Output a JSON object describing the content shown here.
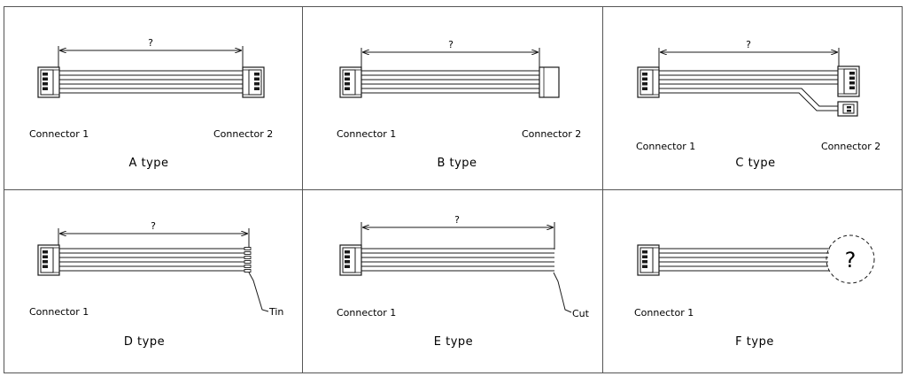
{
  "panels": [
    {
      "id": "a",
      "caption": "A type",
      "label1": "Connector 1",
      "label2": "Connector 2",
      "dimension": "?"
    },
    {
      "id": "b",
      "caption": "B type",
      "label1": "Connector 1",
      "label2": "Connector 2",
      "dimension": "?"
    },
    {
      "id": "c",
      "caption": "C type",
      "label1": "Connector 1",
      "label2": "Connector 2",
      "dimension": "?"
    },
    {
      "id": "d",
      "caption": "D type",
      "label1": "Connector 1",
      "note": "Tin",
      "dimension": "?"
    },
    {
      "id": "e",
      "caption": "E type",
      "label1": "Connector 1",
      "note": "Cut",
      "dimension": "?"
    },
    {
      "id": "f",
      "caption": "F type",
      "label1": "Connector 1",
      "end_mark": "?"
    }
  ],
  "colors": {
    "line": "#1a1a1a",
    "frame": "#555555",
    "background": "#ffffff"
  }
}
